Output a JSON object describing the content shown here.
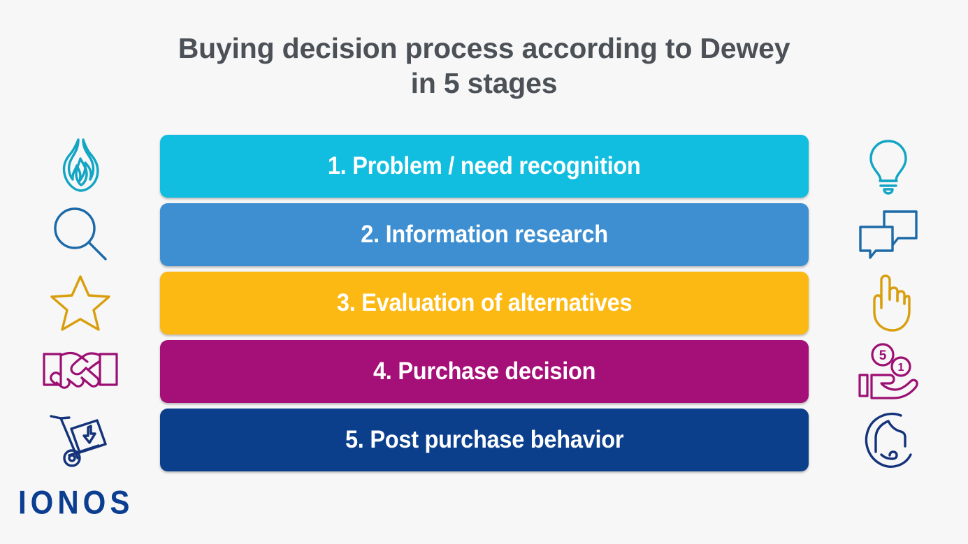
{
  "background_color": "#f7f7f7",
  "title": {
    "line1": "Buying decision process according to Dewey",
    "line2": "in 5 stages",
    "color": "#4b5157"
  },
  "stages": [
    {
      "number": "1",
      "label": "1. Problem / need recognition",
      "bar_color": "#12bee0",
      "text_color": "#ffffff",
      "left_icon": "flame-icon",
      "right_icon": "lightbulb-icon",
      "icon_color": "#12a5c4"
    },
    {
      "number": "2",
      "label": "2. Information research",
      "bar_color": "#3d8fd1",
      "text_color": "#ffffff",
      "left_icon": "magnifier-icon",
      "right_icon": "speech-bubbles-icon",
      "icon_color": "#1c6aa8"
    },
    {
      "number": "3",
      "label": "3. Evaluation of alternatives",
      "bar_color": "#fdb913",
      "text_color": "#ffffff",
      "left_icon": "star-icon",
      "right_icon": "pointing-hand-icon",
      "icon_color": "#d99e0b"
    },
    {
      "number": "4",
      "label": "4. Purchase decision",
      "bar_color": "#a50f78",
      "text_color": "#ffffff",
      "left_icon": "handshake-icon",
      "right_icon": "hand-with-coins-icon",
      "icon_color": "#9c0f73"
    },
    {
      "number": "5",
      "label": "5. Post purchase behavior",
      "bar_color": "#0b3f8c",
      "text_color": "#ffffff",
      "left_icon": "hand-truck-icon",
      "right_icon": "support-headset-icon",
      "icon_color": "#14337a"
    }
  ],
  "coin_labels": {
    "coin_five": "5",
    "coin_one": "1"
  },
  "logo": {
    "text": "IONOS",
    "color": "#0b3d91"
  }
}
